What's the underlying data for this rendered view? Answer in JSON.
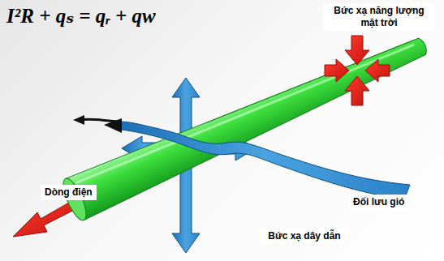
{
  "diagram": {
    "labels": [
      "I²R + qₛ = qᵣ + qw",
      "Bức xạ năng lượng mặt trời",
      "Dòng điện",
      "Đối lưu gió",
      "Bức xạ dây dẫn"
    ]
  }
}
